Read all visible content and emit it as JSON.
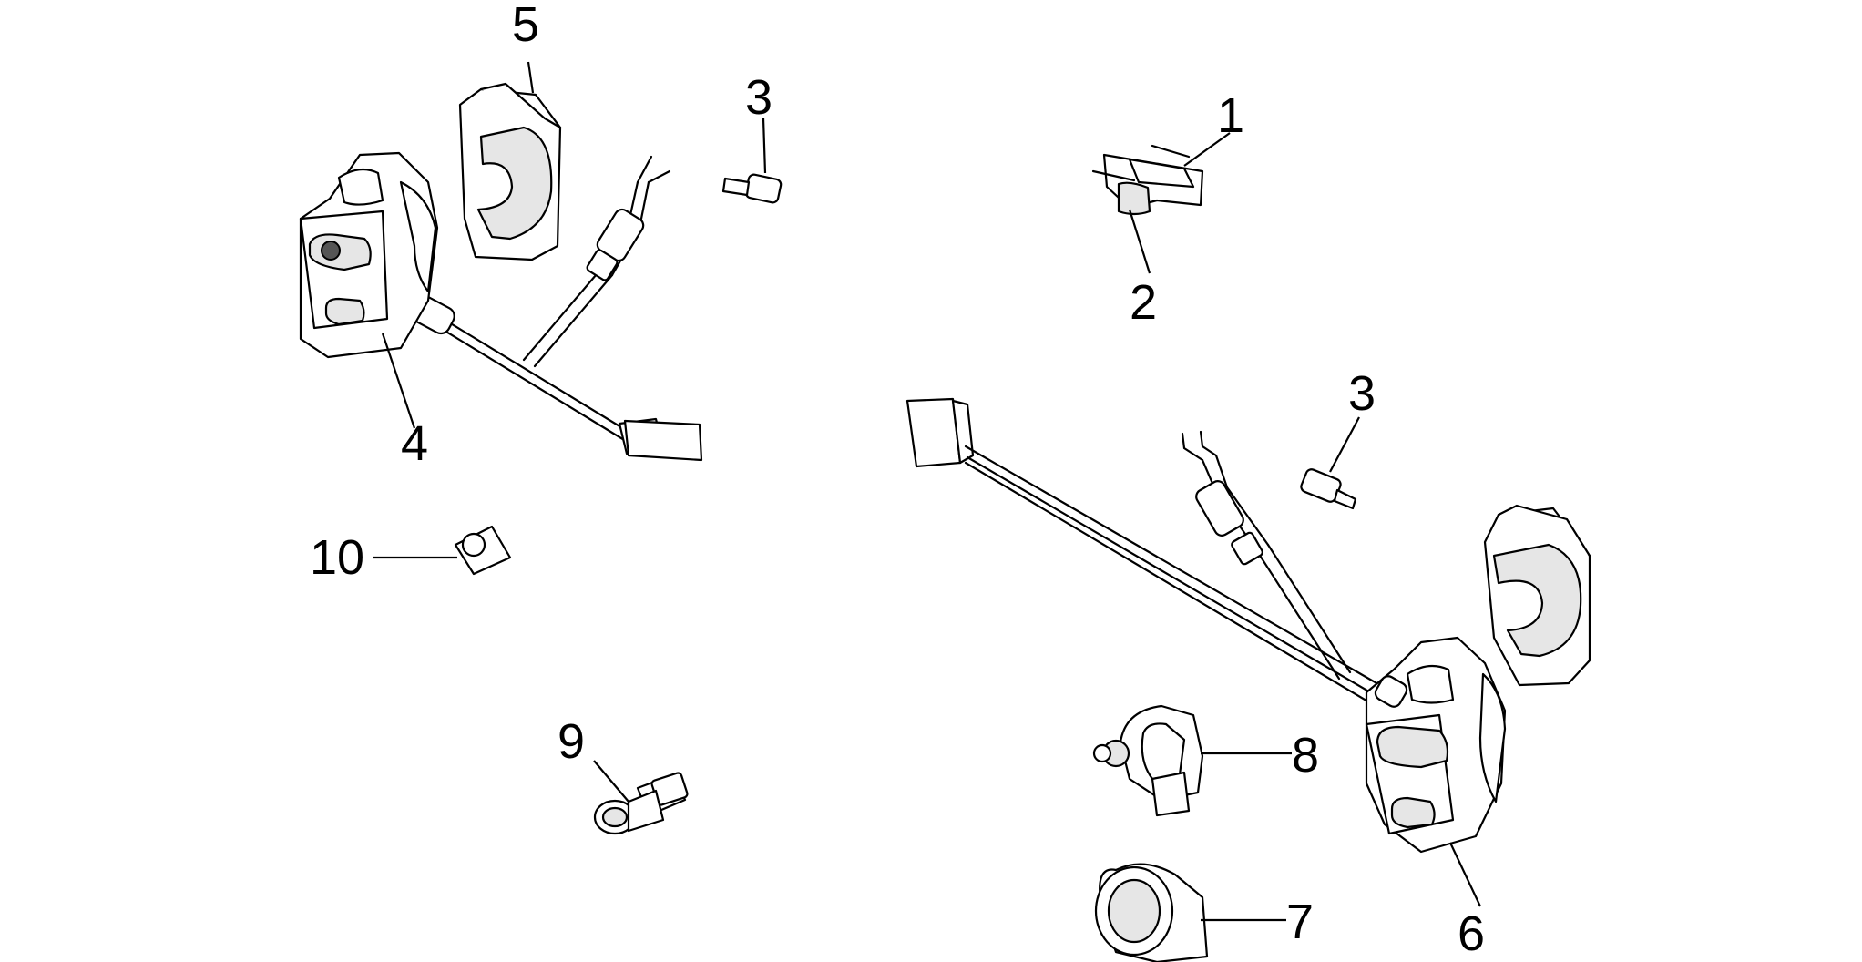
{
  "diagram": {
    "callouts": [
      {
        "id": "c5",
        "label": "5"
      },
      {
        "id": "c3a",
        "label": "3"
      },
      {
        "id": "c1",
        "label": "1"
      },
      {
        "id": "c2",
        "label": "2"
      },
      {
        "id": "c4",
        "label": "4"
      },
      {
        "id": "c3b",
        "label": "3"
      },
      {
        "id": "c10",
        "label": "10"
      },
      {
        "id": "c9",
        "label": "9"
      },
      {
        "id": "c8",
        "label": "8"
      },
      {
        "id": "c7",
        "label": "7"
      },
      {
        "id": "c6",
        "label": "6"
      }
    ]
  }
}
